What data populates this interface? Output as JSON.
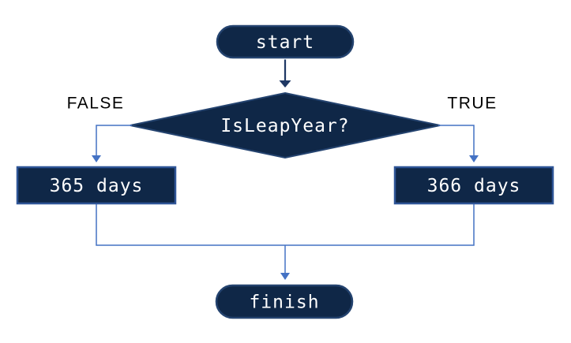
{
  "diagram": {
    "nodes": {
      "start": {
        "label": "start",
        "type": "terminator"
      },
      "decision": {
        "label": "IsLeapYear?",
        "type": "decision"
      },
      "false_branch": {
        "label": "365 days",
        "type": "process"
      },
      "true_branch": {
        "label": "366 days",
        "type": "process"
      },
      "finish": {
        "label": "finish",
        "type": "terminator"
      }
    },
    "branch_labels": {
      "false": "FALSE",
      "true": "TRUE"
    },
    "colors": {
      "background": "#ffffff",
      "node_fill": "#0f2747",
      "terminator_border": "#24436f",
      "decision_border": "#24436f",
      "process_border": "#2f5597",
      "connector": "#4472c4",
      "main_arrow": "#1f3864",
      "node_text": "#ffffff",
      "label_text": "#000000"
    }
  }
}
